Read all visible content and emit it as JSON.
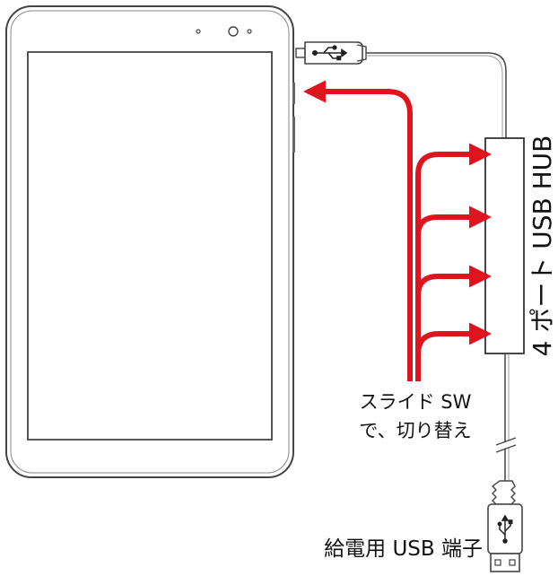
{
  "labels": {
    "hub": "4 ポート USB HUB",
    "switch_line1": "スライド SW",
    "switch_line2": "で、切り替え",
    "power": "給電用 USB 端子"
  },
  "icons": {
    "usb_symbol_top": "usb-icon",
    "usb_symbol_bottom": "usb-icon"
  },
  "colors": {
    "arrow": "#e0141e",
    "outline": "#333333"
  }
}
